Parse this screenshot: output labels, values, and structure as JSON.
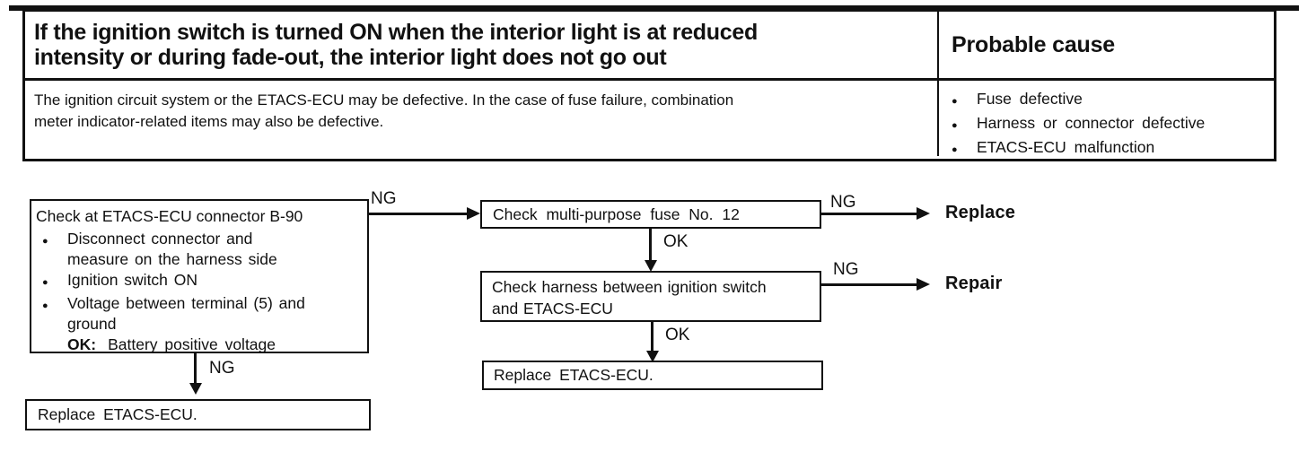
{
  "colors": {
    "ink": "#111111",
    "paper": "#ffffff"
  },
  "table": {
    "symptom": "If the ignition switch is turned ON when the interior light is at reduced\nintensity or during fade-out, the interior light does not go out",
    "probable_cause_label": "Probable cause",
    "description": "The ignition circuit system or the ETACS-ECU may be defective. In the case of fuse failure, combination\nmeter indicator-related items may also be defective.",
    "causes": [
      "Fuse defective",
      "Harness or connector defective",
      "ETACS-ECU malfunction"
    ]
  },
  "flow": {
    "check": {
      "title": "Check at ETACS-ECU connector B-90",
      "items": [
        "Disconnect connector and\nmeasure on the harness side",
        "Ignition switch ON",
        "Voltage between terminal (5) and\nground"
      ],
      "ok_label": "OK:",
      "ok_text": "Battery positive voltage"
    },
    "fuse": "Check multi-purpose fuse No. 12",
    "harness": "Check harness between ignition switch\nand ETACS-ECU",
    "replace_ecu": "Replace ETACS-ECU.",
    "replace_ecu_2": "Replace ETACS-ECU.",
    "labels": {
      "ng": "NG",
      "ok": "OK"
    },
    "outcomes": {
      "replace": "Replace",
      "repair": "Repair"
    }
  }
}
